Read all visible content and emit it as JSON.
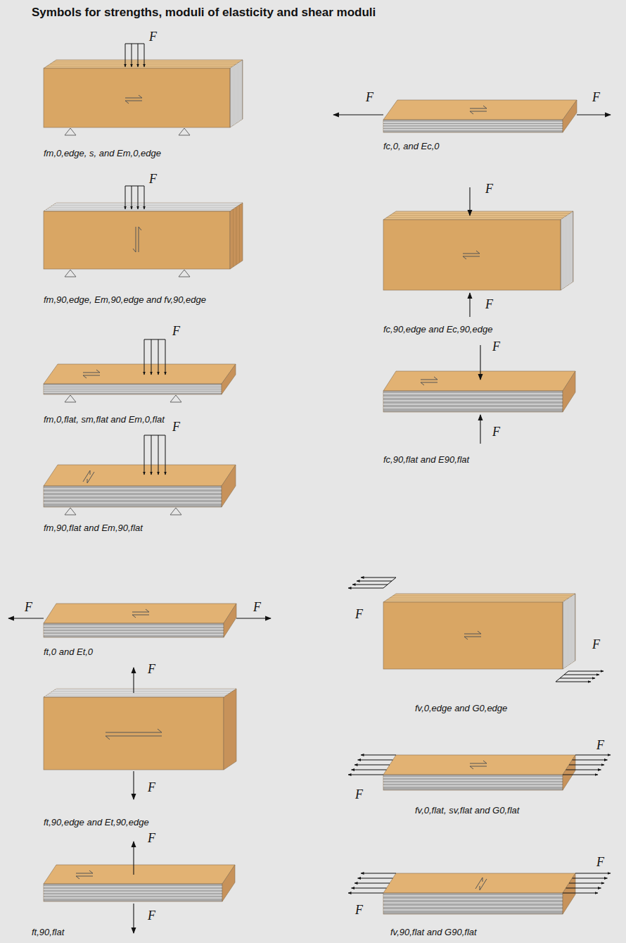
{
  "diagram": {
    "title": "Symbols for strengths, moduli of elasticity and shear moduli",
    "labels": [
      "F",
      "fm,0,edge, s, and Em,0,edge",
      "F",
      "fm,90,edge, Em,90,edge and fv,90,edge",
      "F",
      "fm,0,flat, sm,flat and Em,0,flat",
      "F",
      "fm,90,flat and Em,90,flat",
      "F",
      "F",
      "fc,0, and Ec,0",
      "F",
      "F",
      "fc,90,edge and Ec,90,edge",
      "F",
      "F",
      "fc,90,flat and E90,flat",
      "F",
      "F",
      "ft,0 and Et,0",
      "F",
      "F",
      "ft,90,edge and Et,90,edge",
      "F",
      "F",
      "ft,90,flat",
      "F",
      "F",
      "fv,0,edge and G0,edge",
      "F",
      "F",
      "fv,0,flat, sv,flat and G0,flat",
      "F",
      "F",
      "fv,90,flat and G90,flat"
    ]
  }
}
